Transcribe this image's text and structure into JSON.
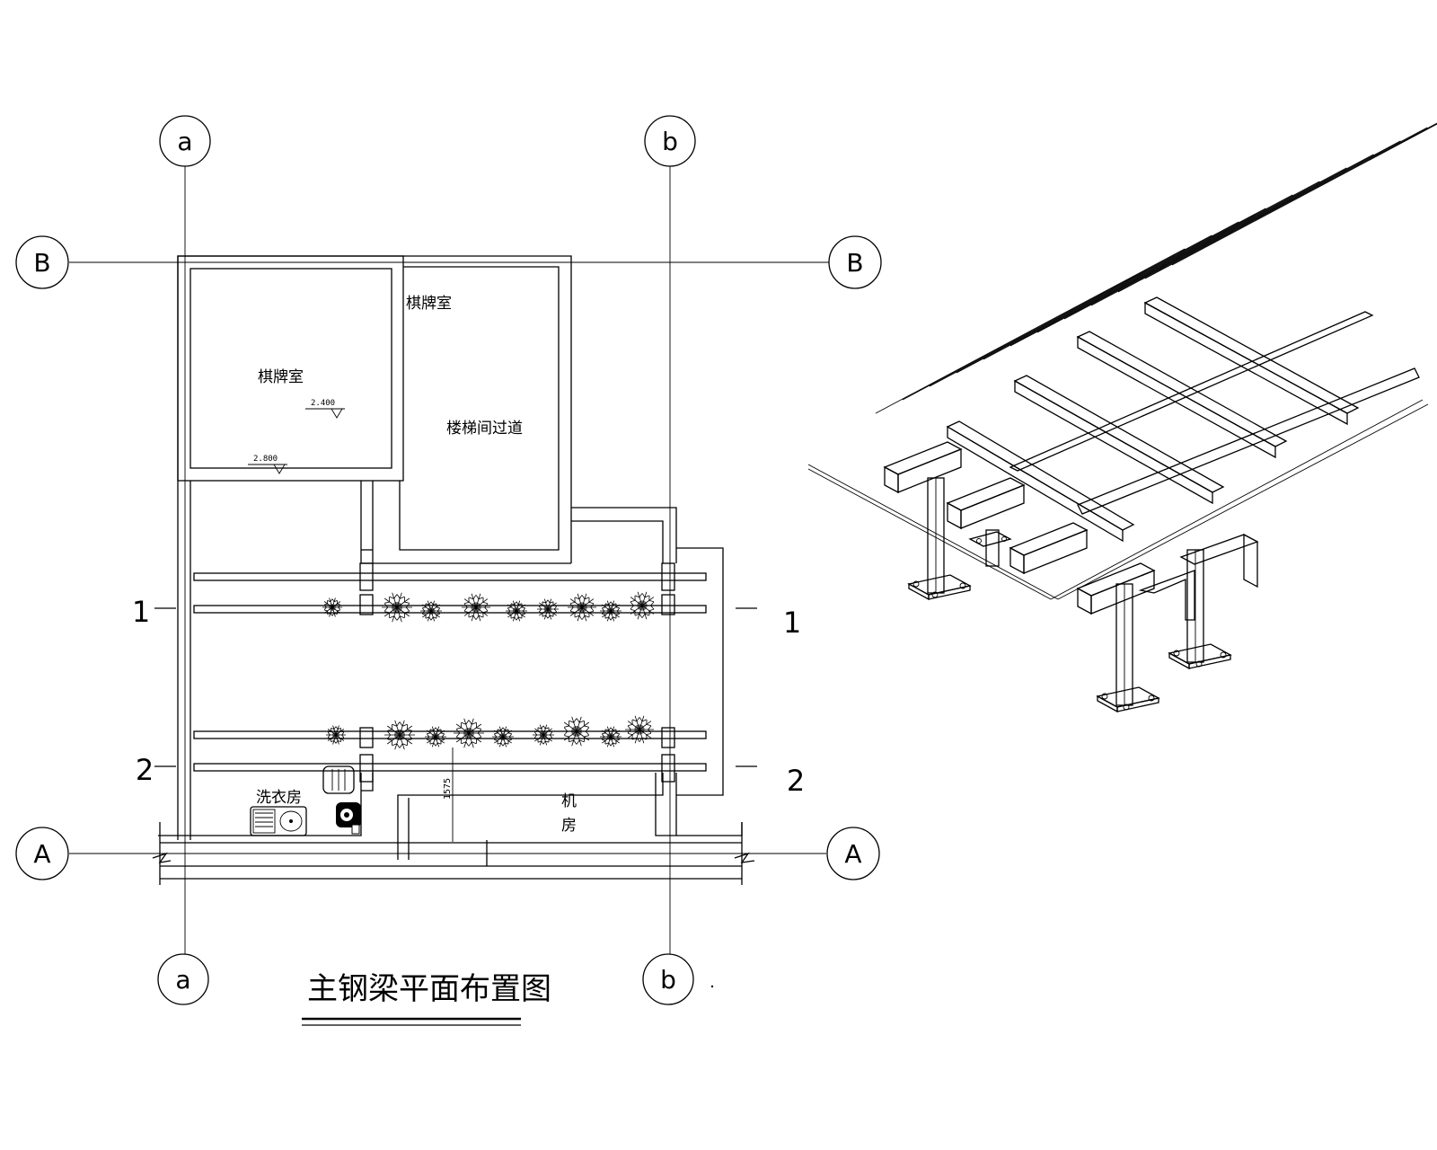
{
  "axes": {
    "vertical": [
      "a",
      "b"
    ],
    "horizontal": [
      "B",
      "A"
    ]
  },
  "rooms": {
    "chess_room_1": "棋牌室",
    "chess_room_2": "棋牌室",
    "stair_passage": "楼梯间过道",
    "laundry": "洗衣房",
    "machine_room_line1": "机",
    "machine_room_line2": "房"
  },
  "elevations": [
    "2.400",
    "2.800"
  ],
  "dimension": "1575",
  "sections": [
    "1",
    "2"
  ],
  "title": "主钢梁平面布置图"
}
